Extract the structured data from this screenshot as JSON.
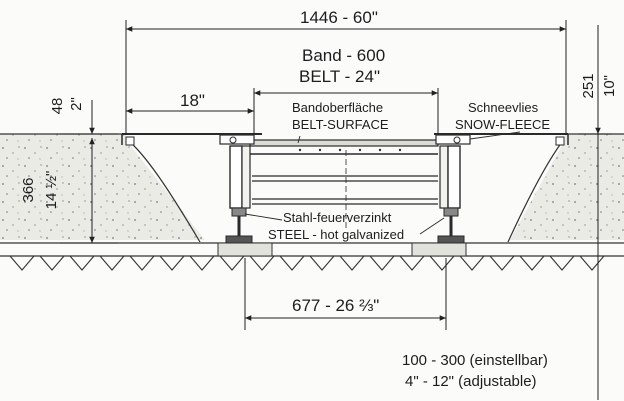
{
  "dimensions": {
    "overall_width": "1446 - 60\"",
    "belt_width_mm": "Band - 600",
    "belt_width_in": "BELT - 24\"",
    "side_offset": "18\"",
    "top_left_mm": "48",
    "top_left_in": "2\"",
    "top_right_mm": "251",
    "top_right_in": "10\"",
    "depth_mm": "366",
    "depth_in": "14 ½\"",
    "support_spacing": "677 - 26 ⅔\"",
    "adjust_range_mm": "100 - 300 (einstellbar)",
    "adjust_range_in": "4\" - 12\" (adjustable)"
  },
  "labels": {
    "belt_surface_de": "Bandoberfläche",
    "belt_surface_en": "BELT-SURFACE",
    "snow_fleece_de": "Schneevlies",
    "snow_fleece_en": "SNOW-FLEECE",
    "steel_de": "Stahl-feuerverzinkt",
    "steel_en": "STEEL - hot galvanized"
  }
}
